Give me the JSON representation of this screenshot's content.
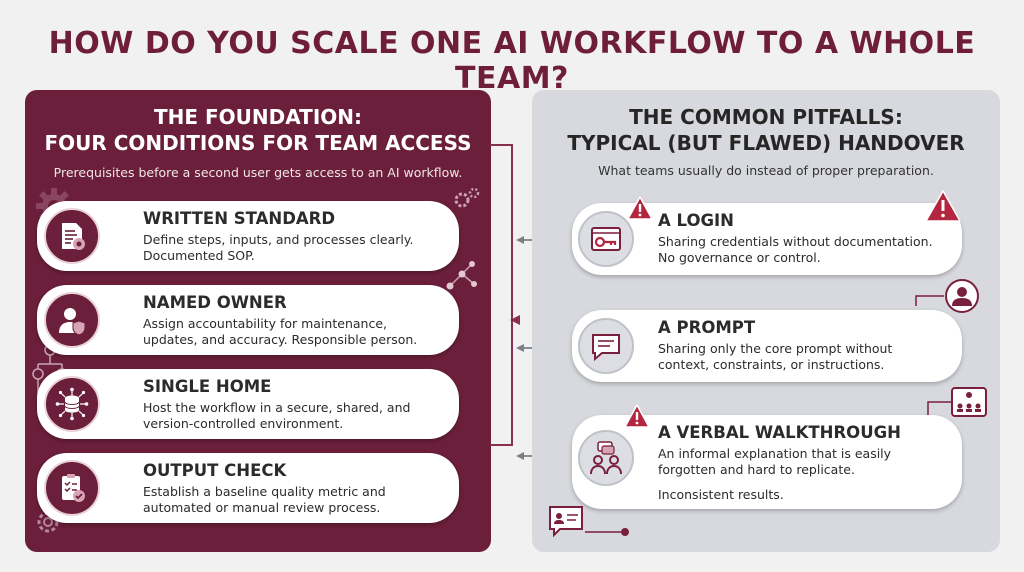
{
  "title": "HOW DO YOU SCALE ONE AI WORKFLOW TO A WHOLE TEAM?",
  "foundation": {
    "heading_line1": "THE FOUNDATION:",
    "heading_line2": "FOUR CONDITIONS FOR TEAM ACCESS",
    "subtitle": "Prerequisites before a second user gets access to an AI workflow.",
    "items": [
      {
        "title": "WRITTEN STANDARD",
        "line1": "Define steps, inputs, and processes clearly.",
        "line2": "Documented SOP.",
        "icon": "document-gear-icon"
      },
      {
        "title": "NAMED OWNER",
        "line1": "Assign accountability for maintenance,",
        "line2": "updates, and accuracy. Responsible person.",
        "icon": "person-shield-icon"
      },
      {
        "title": "SINGLE HOME",
        "line1": "Host the workflow in a secure, shared, and",
        "line2": "version-controlled environment.",
        "icon": "database-network-icon"
      },
      {
        "title": "OUTPUT CHECK",
        "line1": "Establish a baseline quality metric and",
        "line2": "automated or manual review process.",
        "icon": "clipboard-check-icon"
      }
    ]
  },
  "pitfalls": {
    "heading_line1": "THE COMMON PITFALLS:",
    "heading_line2": "TYPICAL (BUT FLAWED) HANDOVER",
    "subtitle": "What teams usually do instead of proper preparation.",
    "items": [
      {
        "title": "A LOGIN",
        "line1": "Sharing credentials without documentation.",
        "line2": "No governance or control.",
        "icon": "login-key-icon"
      },
      {
        "title": "A PROMPT",
        "line1": "Sharing only the core prompt without",
        "line2": "context, constraints, or instructions.",
        "icon": "chat-bubble-icon"
      },
      {
        "title": "A VERBAL WALKTHROUGH",
        "line1": "An informal explanation that is easily",
        "line2": "forgotten and hard to replicate.",
        "line3": "Inconsistent results.",
        "icon": "people-talking-icon"
      }
    ]
  },
  "colors": {
    "maroon": "#6b1f3a",
    "title": "#6e1e3a",
    "warning": "#b3263f",
    "panel_right": "#d7d9de"
  }
}
